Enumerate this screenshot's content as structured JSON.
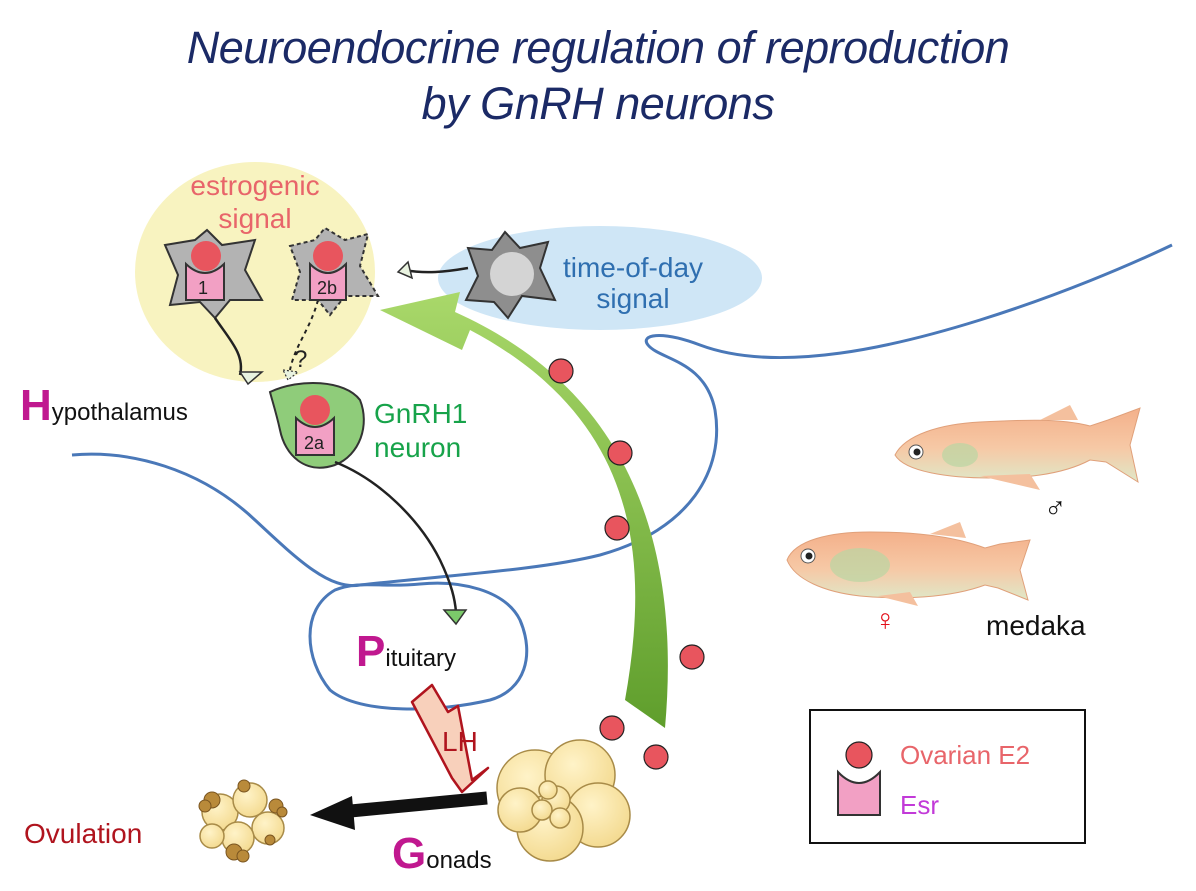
{
  "title": {
    "line1": "Neuroendocrine regulation of reproduction",
    "line2": "by GnRH neurons"
  },
  "signals": {
    "estrogenic_line1": "estrogenic",
    "estrogenic_line2": "signal",
    "time_of_day_line1": "time-of-day",
    "time_of_day_line2": "signal"
  },
  "neurons": {
    "n1": "1",
    "n2b": "2b",
    "n2a": "2a",
    "gnrh1_line1": "GnRH1",
    "gnrh1_line2": "neuron",
    "question": "?"
  },
  "regions": {
    "hypothalamus": {
      "cap": "H",
      "rest": "ypothalamus"
    },
    "pituitary": {
      "cap": "P",
      "rest": "ituitary"
    },
    "gonads": {
      "cap": "G",
      "rest": "onads"
    }
  },
  "hormones": {
    "lh": "LH",
    "ovulation": "Ovulation"
  },
  "fish": {
    "male_symbol": "♂",
    "female_symbol": "♀",
    "species": "medaka"
  },
  "legend": {
    "e2": "Ovarian E2",
    "esr": "Esr"
  },
  "colors": {
    "title": "#1b2a66",
    "region_cap": "#c0188f",
    "e2_red": "#e8555e",
    "esr_pink": "#f2a0c4",
    "gnrh_green": "#17a34a",
    "feedback_arrow": "#7cbc3c",
    "brain_outline": "#4a78b8",
    "estrogenic_bg": "#f8f3c0",
    "time_bg": "#cfe6f6"
  }
}
